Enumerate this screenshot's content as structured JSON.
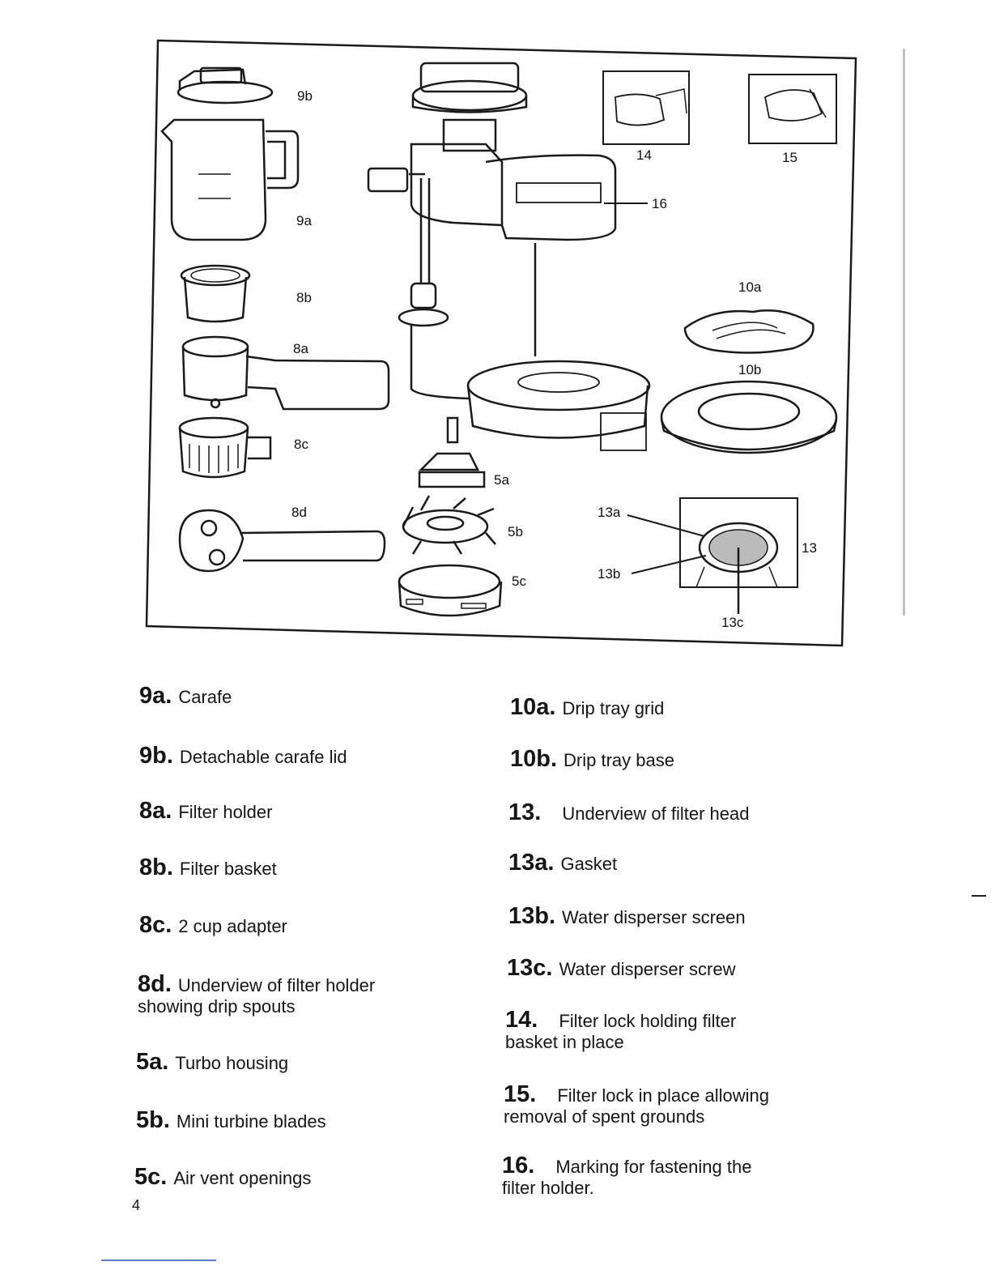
{
  "figure": {
    "callouts": [
      "9b",
      "9a",
      "8b",
      "8a",
      "8c",
      "8d",
      "5a",
      "5b",
      "5c",
      "14",
      "15",
      "16",
      "10a",
      "10b",
      "13a",
      "13b",
      "13",
      "13c"
    ]
  },
  "legend_left": [
    {
      "num": "9a.",
      "text": "Carafe"
    },
    {
      "num": "9b.",
      "text": "Detachable carafe lid"
    },
    {
      "num": "8a.",
      "text": "Filter holder"
    },
    {
      "num": "8b.",
      "text": "Filter basket"
    },
    {
      "num": "8c.",
      "text": "2 cup adapter"
    },
    {
      "num": "8d.",
      "text": "Underview of filter holder",
      "text2": "showing drip spouts"
    },
    {
      "num": "5a.",
      "text": "Turbo housing"
    },
    {
      "num": "5b.",
      "text": "Mini turbine blades"
    },
    {
      "num": "5c.",
      "text": "Air vent openings"
    }
  ],
  "legend_right": [
    {
      "num": "10a.",
      "text": "Drip tray grid"
    },
    {
      "num": "10b.",
      "text": "Drip tray base"
    },
    {
      "num": "13.",
      "text": "Underview of filter head"
    },
    {
      "num": "13a.",
      "text": "Gasket"
    },
    {
      "num": "13b.",
      "text": "Water disperser screen"
    },
    {
      "num": "13c.",
      "text": "Water disperser screw"
    },
    {
      "num": "14.",
      "text": "Filter lock holding filter",
      "text2": "basket in place"
    },
    {
      "num": "15.",
      "text": "Filter lock in place allowing",
      "text2": "removal of spent grounds"
    },
    {
      "num": "16.",
      "text": "Marking for fastening the",
      "text2": "filter holder."
    }
  ],
  "page_number": "4"
}
